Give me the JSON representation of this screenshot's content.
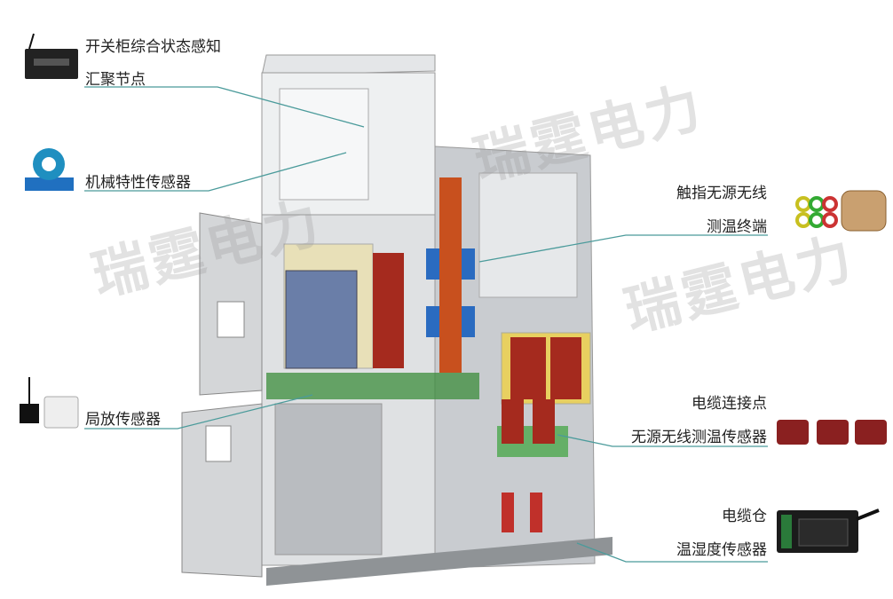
{
  "labels": {
    "aggregation_node_line1": "开关柜综合状态感知",
    "aggregation_node_line2": "汇聚节点",
    "mechanical_sensor": "机械特性传感器",
    "contact_temp_line1": "触指无源无线",
    "contact_temp_line2": "测温终端",
    "partial_discharge": "局放传感器",
    "cable_joint_line1": "电缆连接点",
    "cable_joint_line2": "无源无线测温传感器",
    "cable_room_line1": "电缆仓",
    "cable_room_line2": "温湿度传感器"
  },
  "watermark": "瑞霆电力",
  "colors": {
    "leader_line": "#4b9b9b",
    "busbar": "#c0401e",
    "insulator": "#a52a1e",
    "frame": "#d8dadc"
  }
}
